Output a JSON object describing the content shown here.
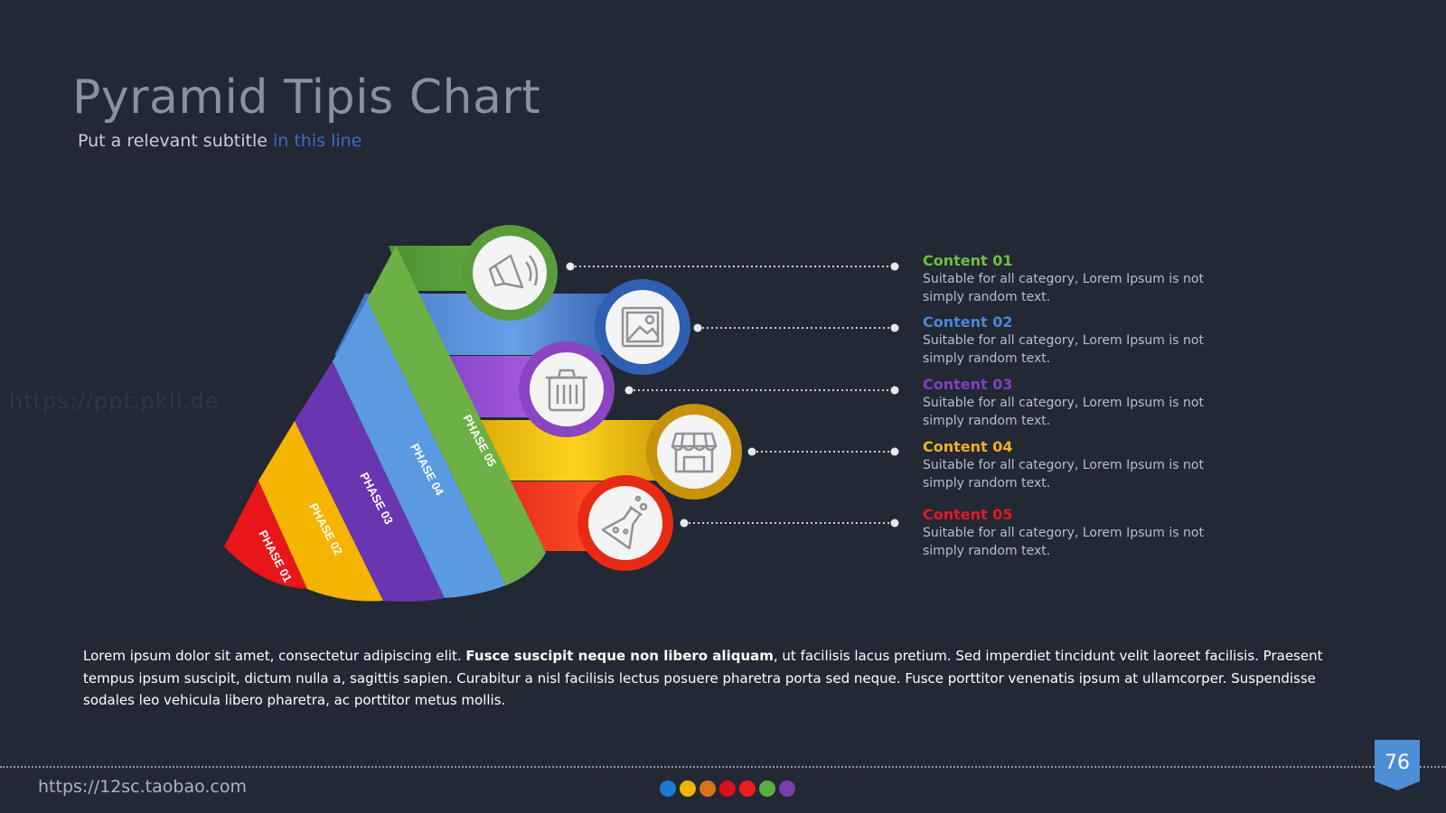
{
  "slide": {
    "title": "Pyramid Tipis Chart",
    "subtitle_main": "Put a relevant subtitle ",
    "subtitle_highlight": "in this line",
    "watermark": "https://ppt.pkll.de"
  },
  "phases": [
    {
      "label": "PHASE 01",
      "color": "#e8151a",
      "light": "#ff3a2a"
    },
    {
      "label": "PHASE 02",
      "color": "#f4b400",
      "light": "#ffd23a"
    },
    {
      "label": "PHASE 03",
      "color": "#6a35b0",
      "light": "#a055e0"
    },
    {
      "label": "PHASE 04",
      "color": "#4e8fd8",
      "light": "#6fa8ea"
    },
    {
      "label": "PHASE 05",
      "color": "#69a843",
      "light": "#7fc250"
    }
  ],
  "markers": [
    {
      "icon": "megaphone-icon",
      "ring": "#5a9b3a"
    },
    {
      "icon": "picture-icon",
      "ring": "#2f5fb0"
    },
    {
      "icon": "trash-icon",
      "ring": "#8a45c2"
    },
    {
      "icon": "store-icon",
      "ring": "#c9920b"
    },
    {
      "icon": "flask-icon",
      "ring": "#e62a14"
    }
  ],
  "contents": [
    {
      "title": "Content 01",
      "desc": "Suitable for all category, Lorem Ipsum is not simply random text.",
      "color": "#6fbf3e"
    },
    {
      "title": "Content 02",
      "desc": "Suitable for all category, Lorem Ipsum is not simply random text.",
      "color": "#4a86d6"
    },
    {
      "title": "Content 03",
      "desc": "Suitable for all category, Lorem Ipsum is not simply random text.",
      "color": "#7e3fc2"
    },
    {
      "title": "Content 04",
      "desc": "Suitable for all category, Lorem Ipsum is not simply random text.",
      "color": "#f2b21b"
    },
    {
      "title": "Content 05",
      "desc": "Suitable for all category, Lorem Ipsum is not simply random text.",
      "color": "#e3191f"
    }
  ],
  "body": {
    "part1": "Lorem ipsum dolor sit amet, consectetur adipiscing elit. ",
    "bold": "Fusce suscipit neque non libero aliquam",
    "part2": ", ut facilisis lacus pretium. Sed imperdiet tincidunt velit laoreet facilisis. Praesent tempus ipsum suscipit, dictum nulla a, sagittis sapien. Curabitur a nisl facilisis lectus posuere pharetra porta sed neque. Fusce porttitor venenatis ipsum at ullamcorper. Suspendisse sodales leo vehicula libero pharetra, ac porttitor metus mollis."
  },
  "footer": {
    "url": "https://12sc.taobao.com",
    "page_number": "76",
    "dots": [
      "#1f78d1",
      "#f0b400",
      "#d9721a",
      "#d9101e",
      "#ee1c1c",
      "#5aac45",
      "#7a3cb0"
    ]
  }
}
